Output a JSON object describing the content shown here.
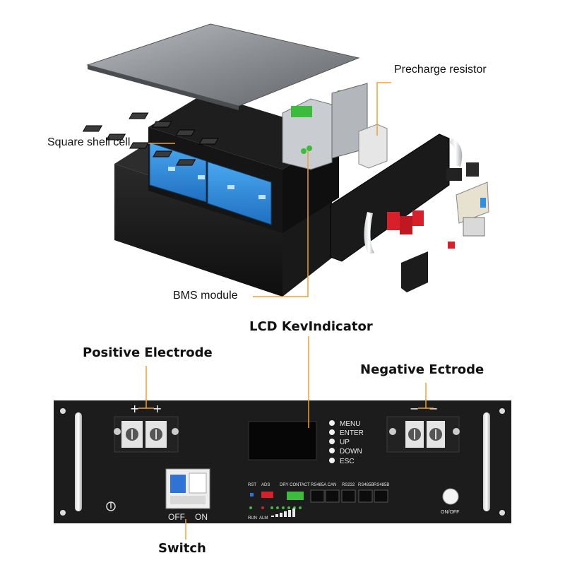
{
  "callouts": {
    "precharge_resistor": "Precharge resistor",
    "square_shell_cell": "Square shell cell",
    "bms_module": "BMS module",
    "lcd_key_indicator": "LCD KevIndicator",
    "positive_electrode": "Positive Electrode",
    "negative_electrode": "Negative Ectrode",
    "switch": "Switch"
  },
  "front_panel": {
    "positive_symbols": [
      "+",
      "+"
    ],
    "negative_symbols": [
      "−",
      "−"
    ],
    "menu_buttons": [
      "MENU",
      "ENTER",
      "UP",
      "DOWN",
      "ESC"
    ],
    "breaker_labels": [
      "OFF",
      "ON"
    ],
    "indicator_labels": [
      "RST",
      "ADS",
      "DRY CONTACT",
      "RS485A CAN",
      "RS232",
      "RS485B",
      "RS485B"
    ],
    "led_labels": [
      "RUN",
      "ALM"
    ],
    "power_label": "ON/OFF"
  },
  "colors": {
    "accent_orange": "#f0a030",
    "panel_black": "#1c1c1c",
    "cell_blue": "#2f8fe0",
    "terminal_red": "#d8202a",
    "pcb_green": "#3dbb3d"
  }
}
